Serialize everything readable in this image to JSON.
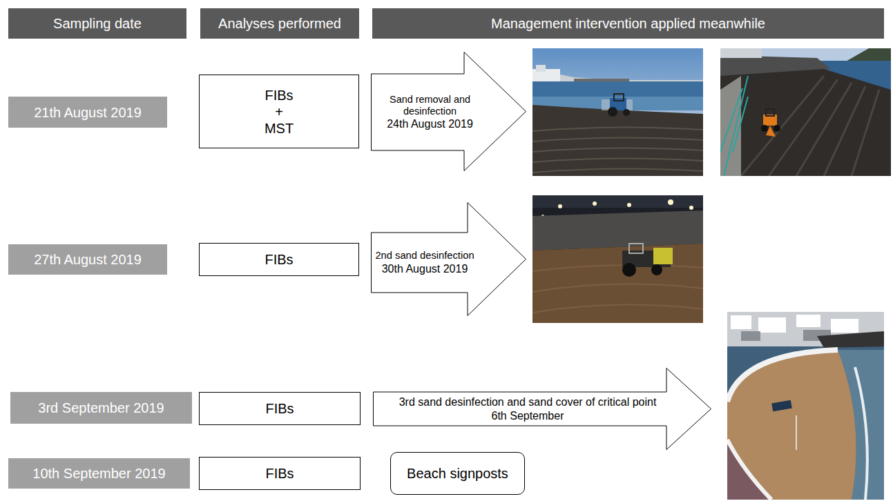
{
  "diagram": {
    "nodes": [
      {
        "text": [
          "Sampling date"
        ]
      },
      {
        "text": [
          "Analyses performed"
        ]
      },
      {
        "text": [
          "Management intervention applied meanwhile"
        ]
      },
      {
        "text": [
          "21th August 2019"
        ]
      },
      {
        "text": [
          "FIBs + MST"
        ]
      },
      {
        "text": [
          "Sand removal and desinfection",
          "24th August 2019"
        ]
      },
      {
        "text": [
          "27th August 2019"
        ]
      },
      {
        "text": [
          "FIBs"
        ]
      },
      {
        "text": [
          "2nd sand desinfection",
          "30th August 2019"
        ]
      },
      {
        "text": [
          "3rd September 2019"
        ]
      },
      {
        "text": [
          "FIBs"
        ]
      },
      {
        "text": [
          "3rd sand desinfection and sand cover of critical point",
          "6th September"
        ]
      },
      {
        "text": [
          "10th September 2019"
        ]
      },
      {
        "text": [
          "FIBs"
        ]
      },
      {
        "text": [
          "Beach signposts"
        ]
      }
    ]
  }
}
